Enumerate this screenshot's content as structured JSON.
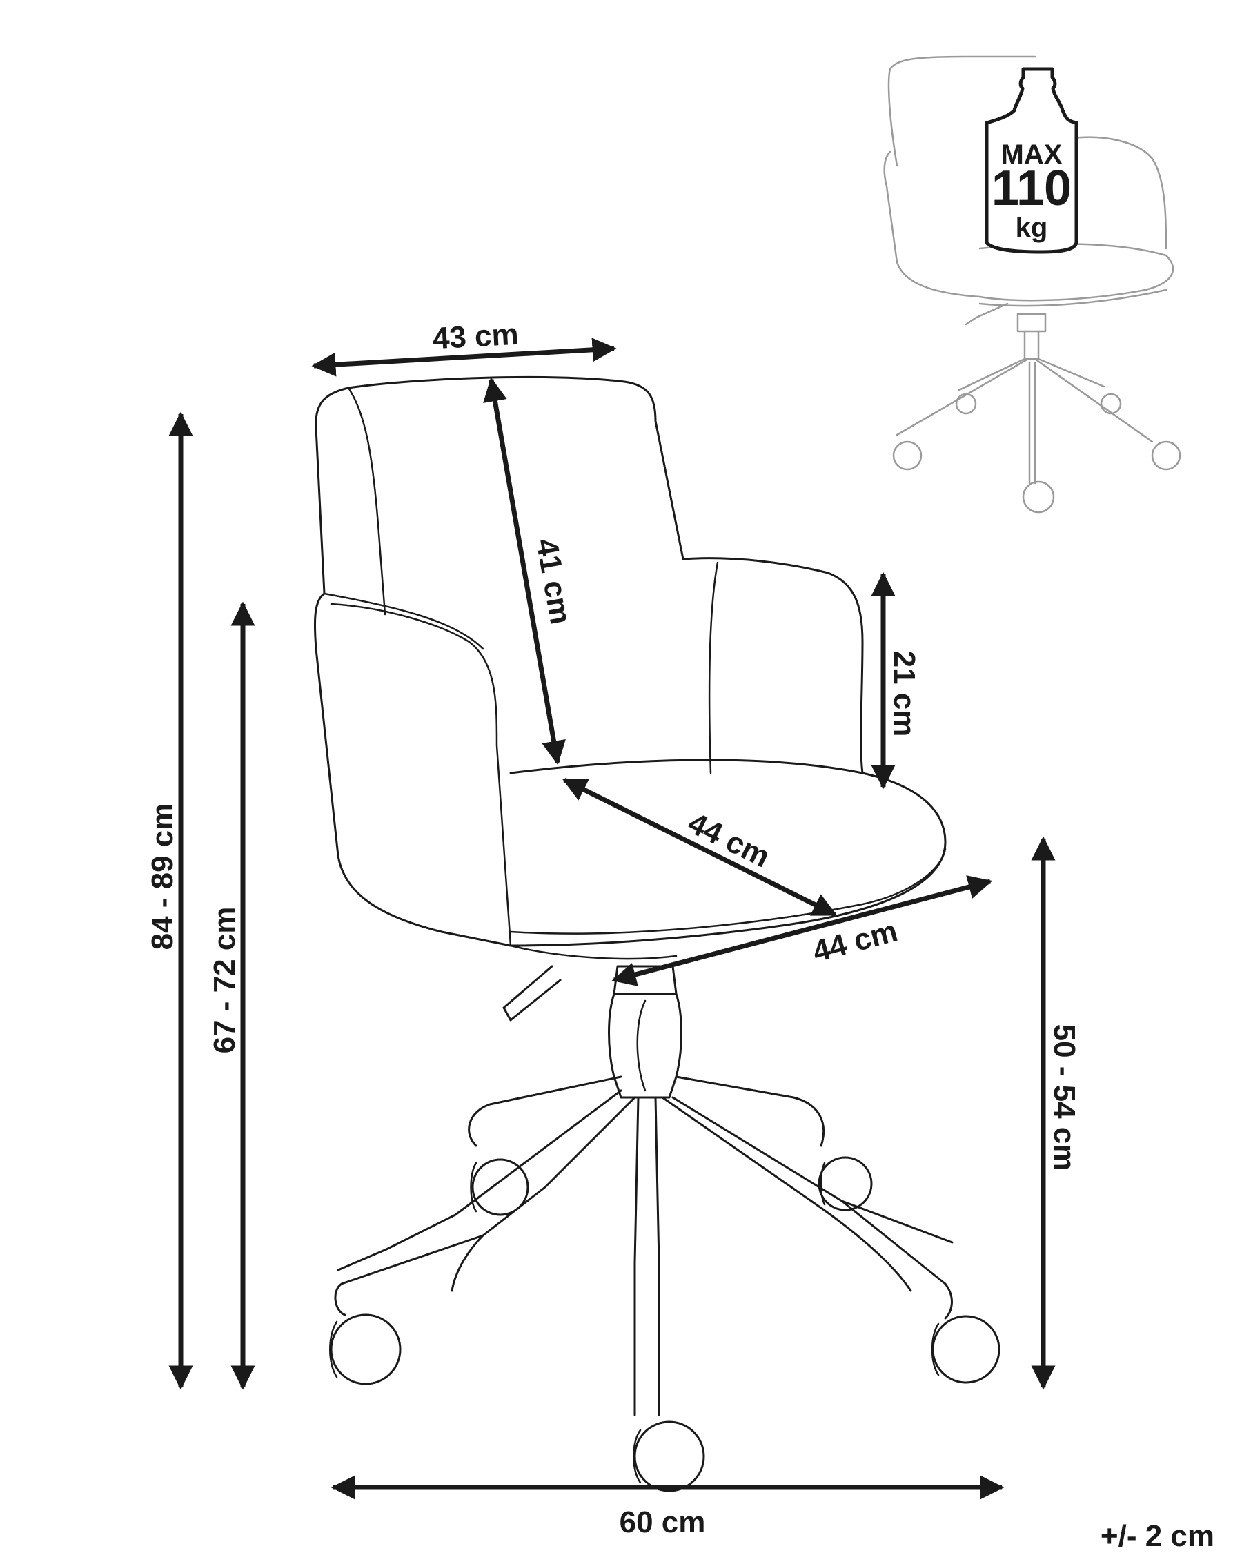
{
  "dimensions": {
    "backrest_width": "43 cm",
    "backrest_height": "41 cm",
    "armrest_height": "21 cm",
    "seat_depth": "44 cm",
    "seat_width": "44 cm",
    "total_height": "84 - 89 cm",
    "armrest_total_height": "67 - 72 cm",
    "seat_height": "50 - 54 cm",
    "base_width": "60 cm",
    "tolerance": "+/- 2 cm"
  },
  "max_load": {
    "line1": "MAX",
    "value": "110",
    "unit": "kg"
  }
}
